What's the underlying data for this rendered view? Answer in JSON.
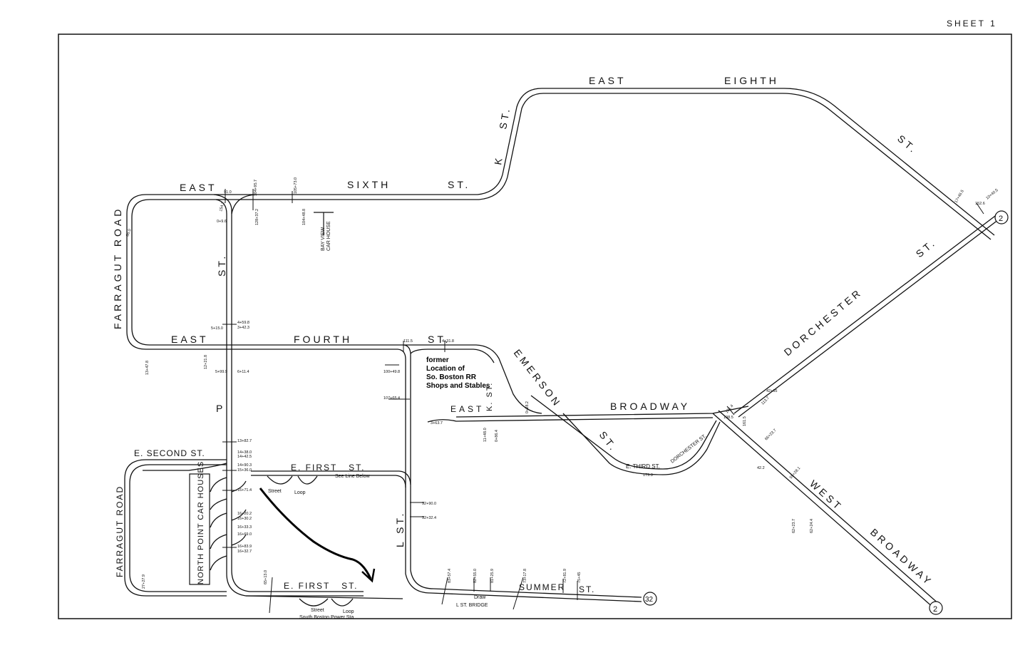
{
  "sheet_label": "SHEET 1",
  "streets": {
    "east_eighth_east": "EAST",
    "east_eighth_eighth": "EIGHTH",
    "eighth_st": "ST.",
    "k_st_k": "K",
    "k_st_st": "ST.",
    "east_sixth_east": "EAST",
    "east_sixth_sixth": "SIXTH",
    "east_sixth_st": "ST.",
    "farragut_road_top": "FARRAGUT ROAD",
    "p_st_st": "ST.",
    "p_st_p": "P",
    "east_fourth_east": "EAST",
    "east_fourth_fourth": "FOURTH",
    "east_fourth_st": "ST.",
    "emerson_st": "EMERSON",
    "emerson_st_st": "ST.",
    "broadway": "BROADWAY",
    "dorchester_st": "DORCHESTER",
    "dorchester_st_st": "ST.",
    "east_k": "EAST",
    "k_st_lower": "K. ST.",
    "e_third_st": "E. THIRD ST.",
    "dorchester_st_small": "DORCHESTER ST.",
    "west": "WEST",
    "west_broadway": "BROADWAY",
    "e_second_st": "E. SECOND ST.",
    "e_first_st_upper": "E. FIRST   ST.",
    "see_line_below": "See Line Below",
    "farragut_road_bottom": "FARRAGUT ROAD",
    "north_point_car_houses": "NORTH POINT CAR HOUSES",
    "l_st": "L ST.",
    "e_first_st_lower": "E. FIRST   ST.",
    "summer_st_summer": "SUMMER",
    "summer_st_st": "ST.",
    "draw": "Draw",
    "l_st_bridge": "L ST. BRIDGE",
    "street_loop": "Street",
    "loop": "Loop",
    "street_lower": "Street",
    "loop_lower": "Loop",
    "south_boston_power_sta": "South Boston Power Sta",
    "bay_view_line1": "BAY VIEW",
    "bay_view_line2": "CAR HOUSE"
  },
  "sheet_refs": {
    "top_right": "2",
    "bottom_right": "2",
    "summer_end": "32"
  },
  "annotation": {
    "line1": "former",
    "line2": "Location of",
    "line3": "So. Boston RR",
    "line4": "Shops and Stables"
  },
  "stations": {
    "s1": "91.0",
    "s2": "104+95.7",
    "s3": "105+73.0",
    "s4": "104+48.8",
    "s5": "128+37.2",
    "s6": "0+9.6",
    "s7": "154.2",
    "s8": "4+59.8",
    "s9": "3+42.3",
    "s10": "5+15.0",
    "s11": "12+21.8",
    "s12": "5+99.9",
    "s13": "6+11.4",
    "s14": "13+47.8",
    "s15": "111.5",
    "s16": "4+31.8",
    "s17": "100+49.8",
    "s18": "107+65.4",
    "s19": "3+63.7",
    "s20": "11+48.0",
    "s21": "0+86.4",
    "s22": "0+28.2",
    "s23": "13+82.7",
    "s24": "14+38.0",
    "s25": "14+42.5",
    "s26": "14+90.3",
    "s27": "15+36.0",
    "s28": "16+71.4",
    "s29": "16+20.2",
    "s30": "16+30.2",
    "s31": "16+33.3",
    "s32": "16+69.0",
    "s33": "16+83.9",
    "s34": "16+32.7",
    "s35": "92+90.0",
    "s36": "92+32.4",
    "s37": "83+57.4",
    "s38": "82+55.0",
    "s39": "81+25.9",
    "s40": "73+17.8",
    "s41": "72+81.9",
    "s42": "75+45",
    "s43": "151.4",
    "s44": "198.5",
    "s45": "161.5",
    "s46": "42+65",
    "s47": "113.7",
    "s48": "66+23.7",
    "s49": "179.3",
    "s50": "42.2",
    "s51": "55+28.1",
    "s52": "62+23.7",
    "s53": "62+24.4",
    "s54": "10+40.5",
    "s55": "152.6",
    "s56": "27+27.9",
    "s57": "65+13.0",
    "s58": "86.0",
    "s59": "17+46.5"
  }
}
